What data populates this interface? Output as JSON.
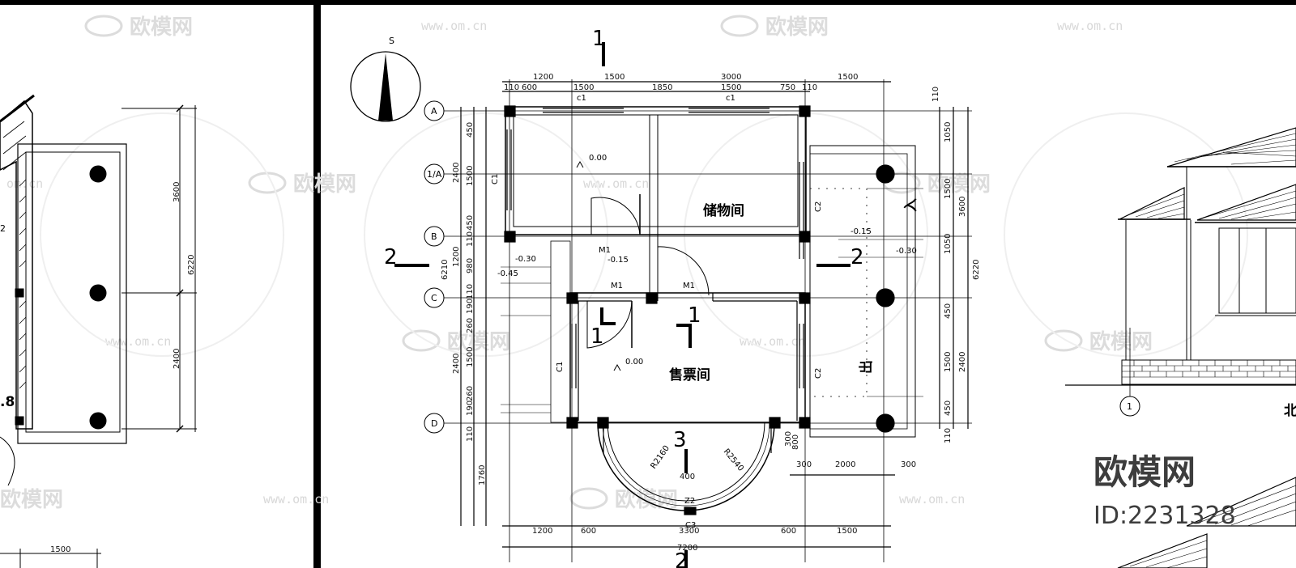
{
  "compass": {
    "label": "S"
  },
  "rooms": {
    "storage": "储物间",
    "ticket": "售票间",
    "entry": "入",
    "exit": "出"
  },
  "axes": {
    "A": "A",
    "A1": "1/A",
    "B": "B",
    "C": "C",
    "D": "D",
    "right_axis": "1"
  },
  "section_marks": {
    "one": "1",
    "two": "2",
    "three": "3"
  },
  "doors": {
    "m1a": "M1",
    "m1b": "M1",
    "m1c": "M1"
  },
  "windows": {
    "c1a": "c1",
    "c1b": "c1",
    "c1c": "C1",
    "c1d": "C1",
    "c2a": "C2",
    "c2b": "C2",
    "c3": "C3",
    "z2": "Z2"
  },
  "levels": {
    "storage_floor": "0.00",
    "ticket_floor": "0.00",
    "m1_level": "-0.15",
    "left_a": "-0.30",
    "left_b": "-0.45",
    "right_a": "-0.15",
    "right_b": "-0.30"
  },
  "radius": {
    "inner": "R2160",
    "outer": "R2540"
  },
  "top_dims_row1": [
    "1200",
    "1500",
    "3000",
    "1500"
  ],
  "top_dims_row2": [
    "110",
    "600",
    "1500",
    "1850",
    "1500",
    "750",
    "110"
  ],
  "bottom_dims_row1": [
    "1200",
    "600",
    "3300",
    "600",
    "1500"
  ],
  "bottom_total": "7200",
  "bottom_small": [
    "400",
    "300",
    "2000",
    "300",
    "300",
    "800"
  ],
  "left_dims_total": "6210",
  "left_dims": [
    "450",
    "2400",
    "1500",
    "450",
    "110",
    "1200",
    "980",
    "110",
    "190",
    "260",
    "2400",
    "1500",
    "260",
    "190",
    "110",
    "1760"
  ],
  "right_dims": [
    "110",
    "1050",
    "1500",
    "3600",
    "1050",
    "6220",
    "450",
    "1500",
    "2400",
    "450",
    "110"
  ],
  "left_panel": {
    "dims": [
      "3600",
      "6220",
      "2400",
      "1500"
    ],
    "partial_a": "2",
    "partial_b": ".8"
  },
  "watermark": {
    "brand": "欧模网",
    "url": "www.om.cn",
    "url_alt": "www.om.cn",
    "url_cut": "om.cn"
  },
  "logo": {
    "brand": "欧模网",
    "id": "ID:2231328"
  },
  "elevation": {
    "label_partial": "北",
    "axis": "1"
  },
  "colors": {
    "line": "#000000",
    "watermark": "#dcdcdc",
    "logo": "#3d3d3d"
  }
}
